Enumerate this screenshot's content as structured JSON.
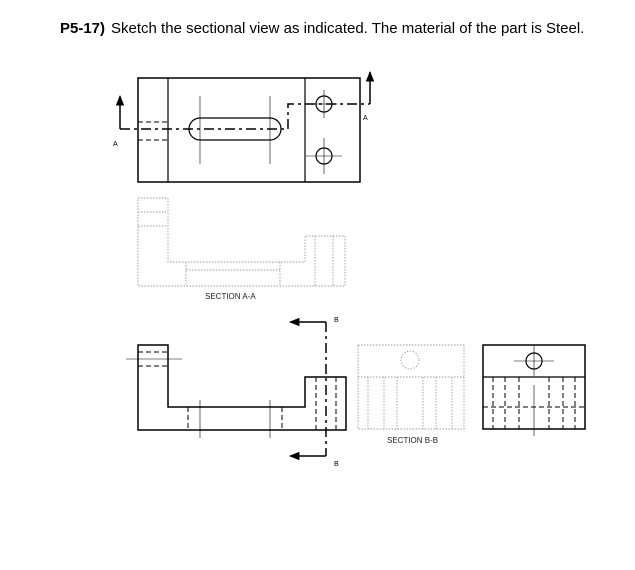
{
  "problem": {
    "number": "P5-17)",
    "instruction": "Sketch the sectional view as indicated. The material of the part is Steel."
  },
  "labels": {
    "cut_a_left": "A",
    "cut_a_right": "A",
    "section_a_caption": "SECTION A-A",
    "cut_b_top": "B",
    "cut_b_bottom": "B",
    "section_b_caption": "SECTION B-B"
  },
  "colors": {
    "ink": "#000000",
    "faint": "#9a9a9a"
  }
}
